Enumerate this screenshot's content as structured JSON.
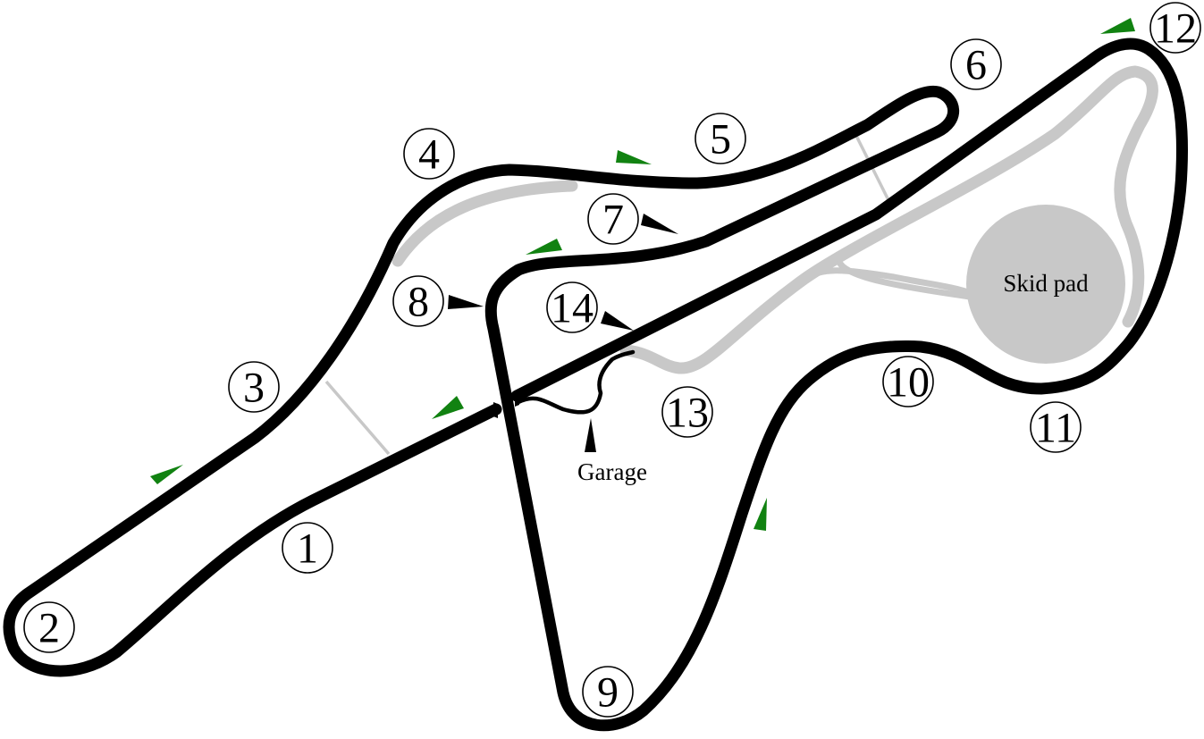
{
  "colors": {
    "track": "#000000",
    "alternate_layout": "#c8c8c8",
    "direction_arrow": "#118211",
    "turn_pointer": "#000000",
    "skid_pad": "#c8c8c8"
  },
  "labels": {
    "skid_pad": "Skid pad",
    "garage": "Garage"
  },
  "turns": [
    {
      "number": "1"
    },
    {
      "number": "2"
    },
    {
      "number": "3"
    },
    {
      "number": "4"
    },
    {
      "number": "5"
    },
    {
      "number": "6"
    },
    {
      "number": "7"
    },
    {
      "number": "8"
    },
    {
      "number": "9"
    },
    {
      "number": "10"
    },
    {
      "number": "11"
    },
    {
      "number": "12"
    },
    {
      "number": "13"
    },
    {
      "number": "14"
    }
  ],
  "direction_arrows_icon": "triangle-arrow-icon"
}
